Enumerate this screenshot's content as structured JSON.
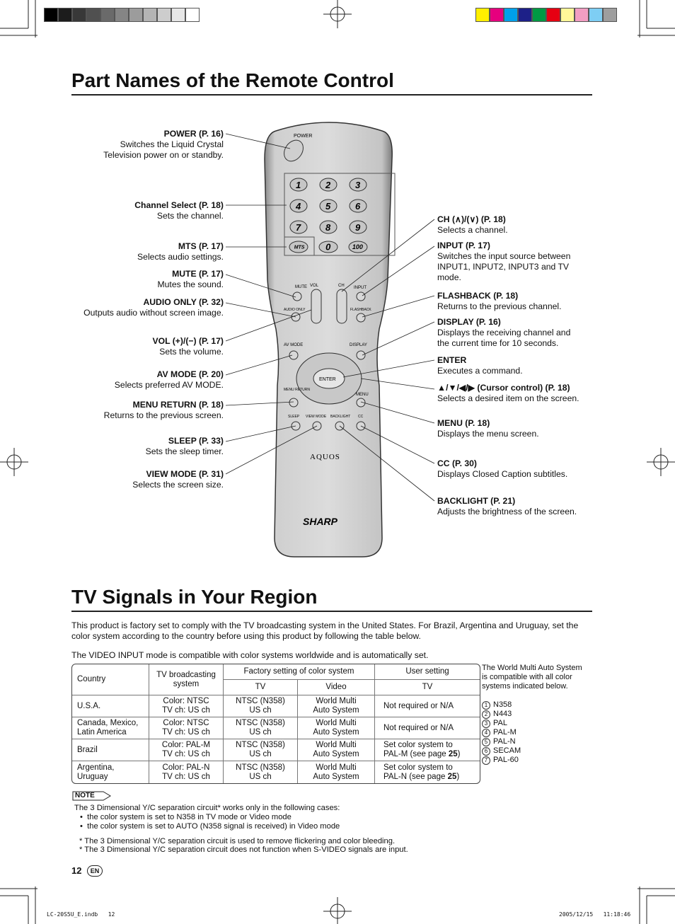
{
  "color_bar": {
    "grays": [
      "#000000",
      "#1c1c1c",
      "#383838",
      "#505050",
      "#6a6a6a",
      "#858585",
      "#9c9c9c",
      "#b4b4b4",
      "#cdcdcd",
      "#e6e6e6",
      "#ffffff"
    ],
    "colors": [
      "#ffef00",
      "#e6007e",
      "#00a0e9",
      "#1d2088",
      "#009944",
      "#e60012",
      "#fff799",
      "#f19ec2",
      "#7ecef4",
      "#9e9e9e"
    ]
  },
  "section1_title": "Part Names of the Remote Control",
  "section2_title": "TV Signals in Your Region",
  "remote": {
    "power": "POWER",
    "digits": [
      "1",
      "2",
      "3",
      "4",
      "5",
      "6",
      "7",
      "8",
      "9"
    ],
    "mts": "MTS",
    "zero": "0",
    "hundred": "100",
    "mute": "MUTE",
    "vol": "VOL",
    "ch": "CH",
    "input": "INPUT",
    "audio_only": "AUDIO ONLY",
    "flashback": "FLASHBACK",
    "av_mode": "AV MODE",
    "display": "DISPLAY",
    "enter": "ENTER",
    "menu_return": "MENU RETURN",
    "menu": "MENU",
    "sleep": "SLEEP",
    "view_mode": "VIEW MODE",
    "backlight": "BACKLIGHT",
    "cc": "CC",
    "brand1": "AQUOS",
    "brand2": "SHARP"
  },
  "left_labels": [
    {
      "title": "POWER (P. 16)",
      "l1": "Switches the Liquid Crystal",
      "l2": "Television power on or standby."
    },
    {
      "title": "Channel Select (P. 18)",
      "l1": "Sets the channel.",
      "l2": ""
    },
    {
      "title": "MTS (P. 17)",
      "l1": "Selects audio settings.",
      "l2": ""
    },
    {
      "title": "MUTE (P. 17)",
      "l1": "Mutes the sound.",
      "l2": ""
    },
    {
      "title": "AUDIO ONLY (P. 32)",
      "l1": "Outputs audio without screen image.",
      "l2": ""
    },
    {
      "title": "VOL (+)/(−) (P. 17)",
      "l1": "Sets the volume.",
      "l2": ""
    },
    {
      "title": "AV MODE (P. 20)",
      "l1": "Selects preferred AV MODE.",
      "l2": ""
    },
    {
      "title": "MENU RETURN (P. 18)",
      "l1": "Returns to the previous screen.",
      "l2": ""
    },
    {
      "title": "SLEEP (P. 33)",
      "l1": "Sets the sleep timer.",
      "l2": ""
    },
    {
      "title": "VIEW MODE (P. 31)",
      "l1": "Selects the screen size.",
      "l2": ""
    }
  ],
  "right_labels": [
    {
      "title": "CH (∧)/(∨) (P. 18)",
      "l1": "Selects a channel.",
      "l2": "",
      "l3": ""
    },
    {
      "title": "INPUT (P. 17)",
      "l1": "Switches the input source between",
      "l2": "INPUT1, INPUT2, INPUT3 and TV",
      "l3": "mode."
    },
    {
      "title": "FLASHBACK (P. 18)",
      "l1": "Returns to the previous channel.",
      "l2": "",
      "l3": ""
    },
    {
      "title": "DISPLAY (P. 16)",
      "l1": "Displays the receiving channel and",
      "l2": "the current time for 10 seconds.",
      "l3": ""
    },
    {
      "title": "ENTER",
      "l1": "Executes a command.",
      "l2": "",
      "l3": ""
    },
    {
      "title": "▲/▼/◀/▶ (Cursor control) (P. 18)",
      "l1": "Selects a desired item on the screen.",
      "l2": "",
      "l3": ""
    },
    {
      "title": "MENU (P. 18)",
      "l1": "Displays the menu screen.",
      "l2": "",
      "l3": ""
    },
    {
      "title": "CC (P. 30)",
      "l1": "Displays Closed Caption subtitles.",
      "l2": "",
      "l3": ""
    },
    {
      "title": "BACKLIGHT (P. 21)",
      "l1": "Adjusts the brightness of the screen.",
      "l2": "",
      "l3": ""
    }
  ],
  "intro_paragraph": "This product is factory set to comply with the TV broadcasting system in the United States. For Brazil, Argentina and Uruguay, set the color system according to the country before using this product by following the table below.",
  "video_input_text": "The VIDEO INPUT mode is compatible with color systems worldwide and is automatically set.",
  "table": {
    "h_country": "Country",
    "h_tvb1": "TV broadcasting",
    "h_tvb2": "system",
    "h_factory": "Factory setting of color system",
    "h_user": "User setting",
    "h_tv": "TV",
    "h_video": "Video",
    "h_tv2": "TV",
    "rows": [
      {
        "c1": "U.S.A.",
        "c1b": "",
        "b1": "Color: NTSC",
        "b2": "TV ch: US ch",
        "t1": "NTSC (N358)",
        "t2": "US ch",
        "v1": "World Multi",
        "v2": "Auto System",
        "u1": "Not required or N/A",
        "u2": "",
        "u3": ""
      },
      {
        "c1": "Canada, Mexico,",
        "c1b": "Latin America",
        "b1": "Color: NTSC",
        "b2": "TV ch: US ch",
        "t1": "NTSC (N358)",
        "t2": "US ch",
        "v1": "World Multi",
        "v2": "Auto System",
        "u1": "Not required or N/A",
        "u2": "",
        "u3": ""
      },
      {
        "c1": "Brazil",
        "c1b": "",
        "b1": "Color: PAL-M",
        "b2": "TV ch: US ch",
        "t1": "NTSC (N358)",
        "t2": "US ch",
        "v1": "World Multi",
        "v2": "Auto System",
        "u1": "Set color system to",
        "u2": "PAL-M (see page ",
        "u3": "25"
      },
      {
        "c1": "Argentina,",
        "c1b": "Uruguay",
        "b1": "Color: PAL-N",
        "b2": "TV ch: US ch",
        "t1": "NTSC (N358)",
        "t2": "US ch",
        "v1": "World Multi",
        "v2": "Auto System",
        "u1": "Set color system to",
        "u2": "PAL-N (see page ",
        "u3": "25"
      }
    ]
  },
  "side_note": {
    "l1": "The World Multi Auto System",
    "l2": "is compatible with all color",
    "l3": "systems indicated below.",
    "items": [
      {
        "n": "1",
        "t": "N358"
      },
      {
        "n": "2",
        "t": "N443"
      },
      {
        "n": "3",
        "t": "PAL"
      },
      {
        "n": "4",
        "t": "PAL-M"
      },
      {
        "n": "5",
        "t": "PAL-N"
      },
      {
        "n": "6",
        "t": "SECAM"
      },
      {
        "n": "7",
        "t": "PAL-60"
      }
    ]
  },
  "note": {
    "tag": "NOTE",
    "intro": "The 3 Dimensional Y/C separation circuit* works only in the following cases:",
    "b1": "the color system is set to N358 in TV mode or Video mode",
    "b2": "the color system is set to AUTO (N358 signal is received) in Video mode",
    "f1": "* The 3 Dimensional Y/C separation circuit is used to remove flickering and color bleeding.",
    "f2": "* The 3 Dimensional Y/C separation circuit does not function when S-VIDEO signals are input."
  },
  "page_number": "12",
  "lang_badge": "EN",
  "footer_left": "LC-20S5U_E.indb   12",
  "footer_right": "2005/12/15   11:18:46"
}
